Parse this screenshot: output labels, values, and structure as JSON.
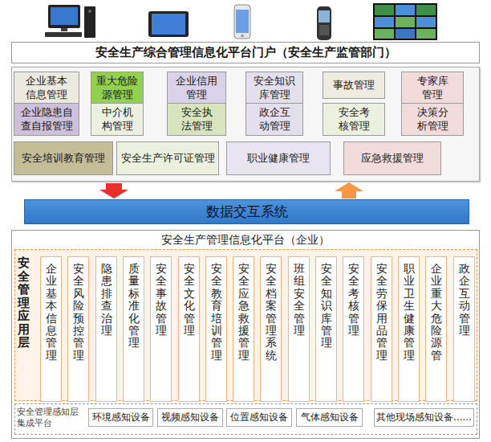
{
  "diagram": {
    "nodes": [
      {
        "text": [
          "安全生产综合管理信息化平台门户（安全生产监管部门）"
        ]
      },
      {
        "text": [
          "企业基本信息管理"
        ]
      },
      {
        "text": [
          "重大危险源管理"
        ]
      },
      {
        "text": [
          "企业信用管理"
        ]
      },
      {
        "text": [
          "安全知识库管理"
        ]
      },
      {
        "text": [
          "事故管理"
        ]
      },
      {
        "text": [
          "专家库管理"
        ]
      },
      {
        "text": [
          "企业隐患自查自报管理"
        ]
      },
      {
        "text": [
          "中介机构管理"
        ]
      },
      {
        "text": [
          "安全执法管理"
        ]
      },
      {
        "text": [
          "政企互动管理"
        ]
      },
      {
        "text": [
          "安全考核管理"
        ]
      },
      {
        "text": [
          "决策分析管理"
        ]
      },
      {
        "text": [
          "安全培训教育管理"
        ]
      },
      {
        "text": [
          "安全生产许可证管理"
        ]
      },
      {
        "text": [
          "职业健康管理"
        ]
      },
      {
        "text": [
          "应急救援管理"
        ]
      },
      {
        "text": [
          "数据交互系统"
        ]
      },
      {
        "text": [
          "安全生产管理信息化平台（企业）"
        ]
      },
      {
        "text": [
          "安全管理应用层"
        ],
        "in": 18
      },
      {
        "text": [
          "企业基本信息管理"
        ],
        "in": 19
      },
      {
        "text": [
          "安全风险预控管理"
        ],
        "in": 19
      },
      {
        "text": [
          "隐患排查治理"
        ],
        "in": 19
      },
      {
        "text": [
          "质量标准化管理"
        ],
        "in": 19
      },
      {
        "text": [
          "安全事故管理"
        ],
        "in": 19
      },
      {
        "text": [
          "安全文化管理"
        ],
        "in": 19
      },
      {
        "text": [
          "安全教育培训管理"
        ],
        "in": 19
      },
      {
        "text": [
          "安全应急救援管理"
        ],
        "in": 19
      },
      {
        "text": [
          "安全档案管理系统"
        ],
        "in": 19
      },
      {
        "text": [
          "班组安全管理"
        ],
        "in": 19
      },
      {
        "text": [
          "安全知识库管理"
        ],
        "in": 19
      },
      {
        "text": [
          "安全考核管理"
        ],
        "in": 19
      },
      {
        "text": [
          "安全劳保用品管理"
        ],
        "in": 19
      },
      {
        "text": [
          "职业卫生健康管理"
        ],
        "in": 19
      },
      {
        "text": [
          "企业重大危险源管"
        ],
        "in": 19
      },
      {
        "text": [
          "政企互动管理"
        ],
        "in": 19
      },
      {
        "text": [
          "安全管理感知层集成平台"
        ],
        "in": 18
      },
      {
        "text": [
          "环境感知设备"
        ],
        "in": 36
      },
      {
        "text": [
          "视频感知设备"
        ],
        "in": 36
      },
      {
        "text": [
          "位置感知设备"
        ],
        "in": 36
      },
      {
        "text": [
          "气体感知设备"
        ],
        "in": 36
      },
      {
        "text": [
          "其他现场感知设备......"
        ],
        "in": 36
      }
    ]
  }
}
